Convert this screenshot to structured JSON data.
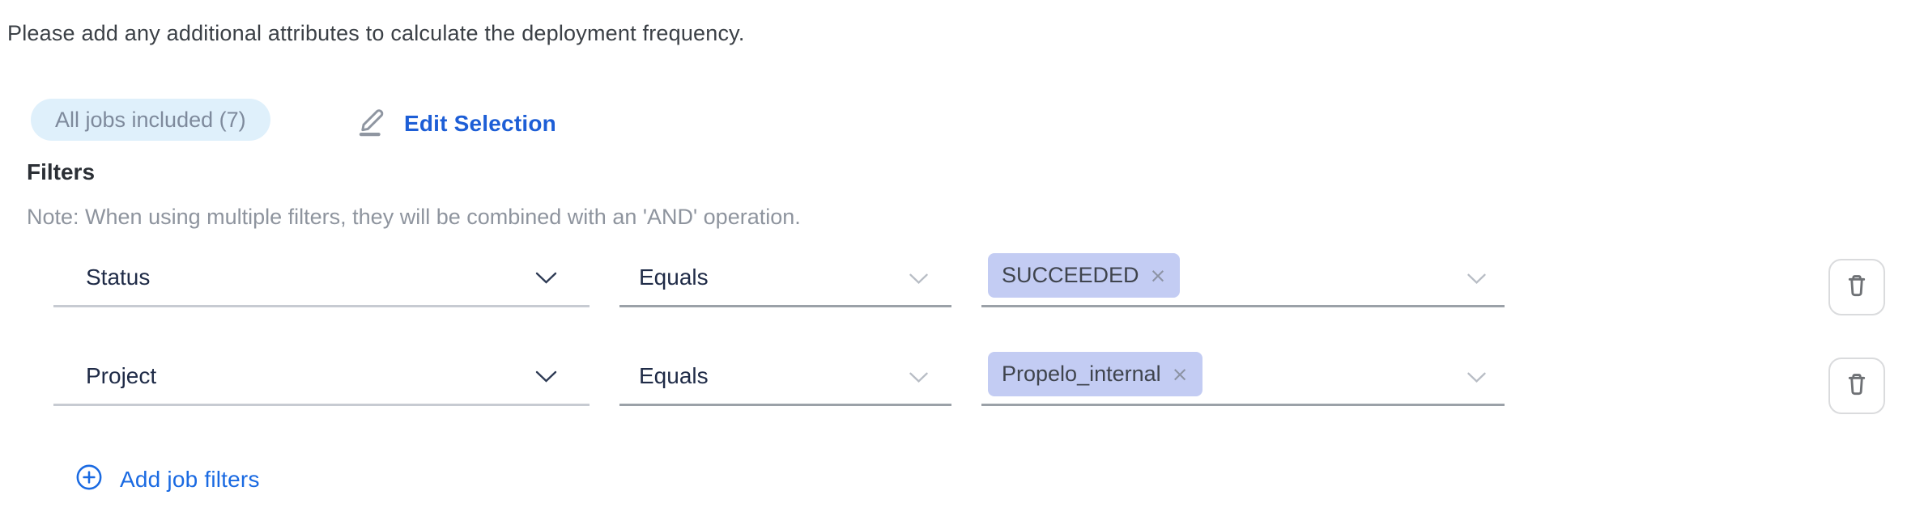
{
  "intro_text": "Please add any additional attributes to calculate the deployment frequency.",
  "jobs_summary": {
    "badge_label": "All jobs included (7)",
    "edit_label": "Edit Selection"
  },
  "filters": {
    "heading": "Filters",
    "note": "Note: When using multiple filters, they will be combined with an 'AND' operation.",
    "rows": [
      {
        "attribute": "Status",
        "operator": "Equals",
        "value_tags": [
          {
            "label": "SUCCEEDED"
          }
        ]
      },
      {
        "attribute": "Project",
        "operator": "Equals",
        "value_tags": [
          {
            "label": "Propelo_internal"
          }
        ]
      }
    ],
    "add_button_label": "Add job filters"
  },
  "glyphs": {
    "close": "×"
  },
  "icons": {
    "edit": "pencil-icon",
    "remove_value": "close-x-icon",
    "delete_row": "trash-icon",
    "add": "plus-circle-icon",
    "dropdown": "chevron-down-icon"
  },
  "colors": {
    "link_blue": "#1d5ed6",
    "add_blue": "#1a6ae2",
    "badge_bg": "#dff0fb",
    "badge_text": "#7e8a9c",
    "tag_bg": "#c3ccf3",
    "tag_text": "#3f444d",
    "select_text": "#1f2b47",
    "note_text": "#8e949e"
  }
}
